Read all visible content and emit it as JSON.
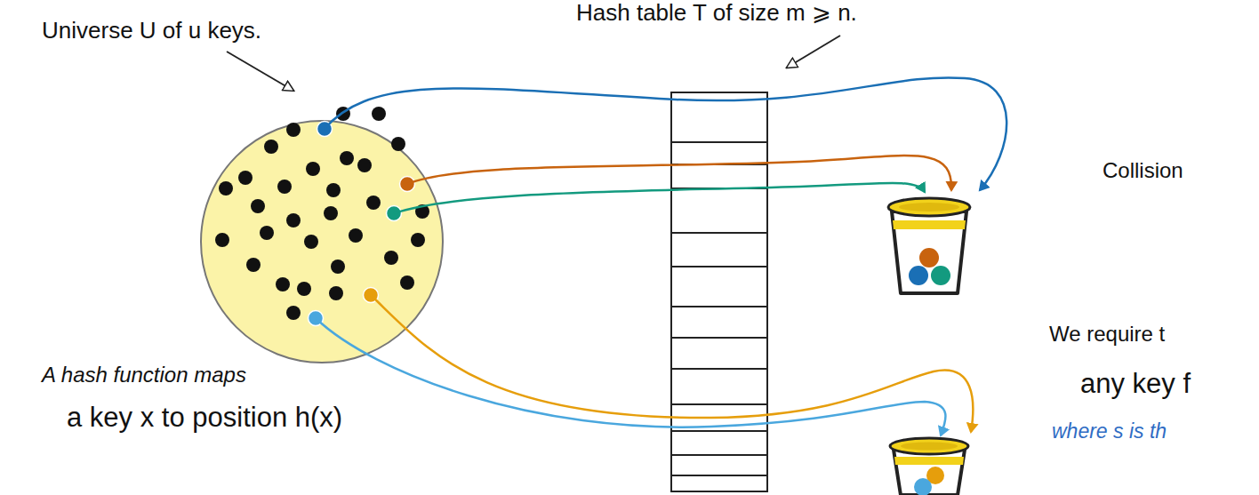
{
  "diagram": {
    "labels": [
      "Universe U of u keys.",
      "Hash table T of size m ⩾ n.",
      "Collision",
      "We require t",
      "any key f",
      "where s is th",
      "A hash function maps",
      "a key x to position h(x)"
    ]
  }
}
